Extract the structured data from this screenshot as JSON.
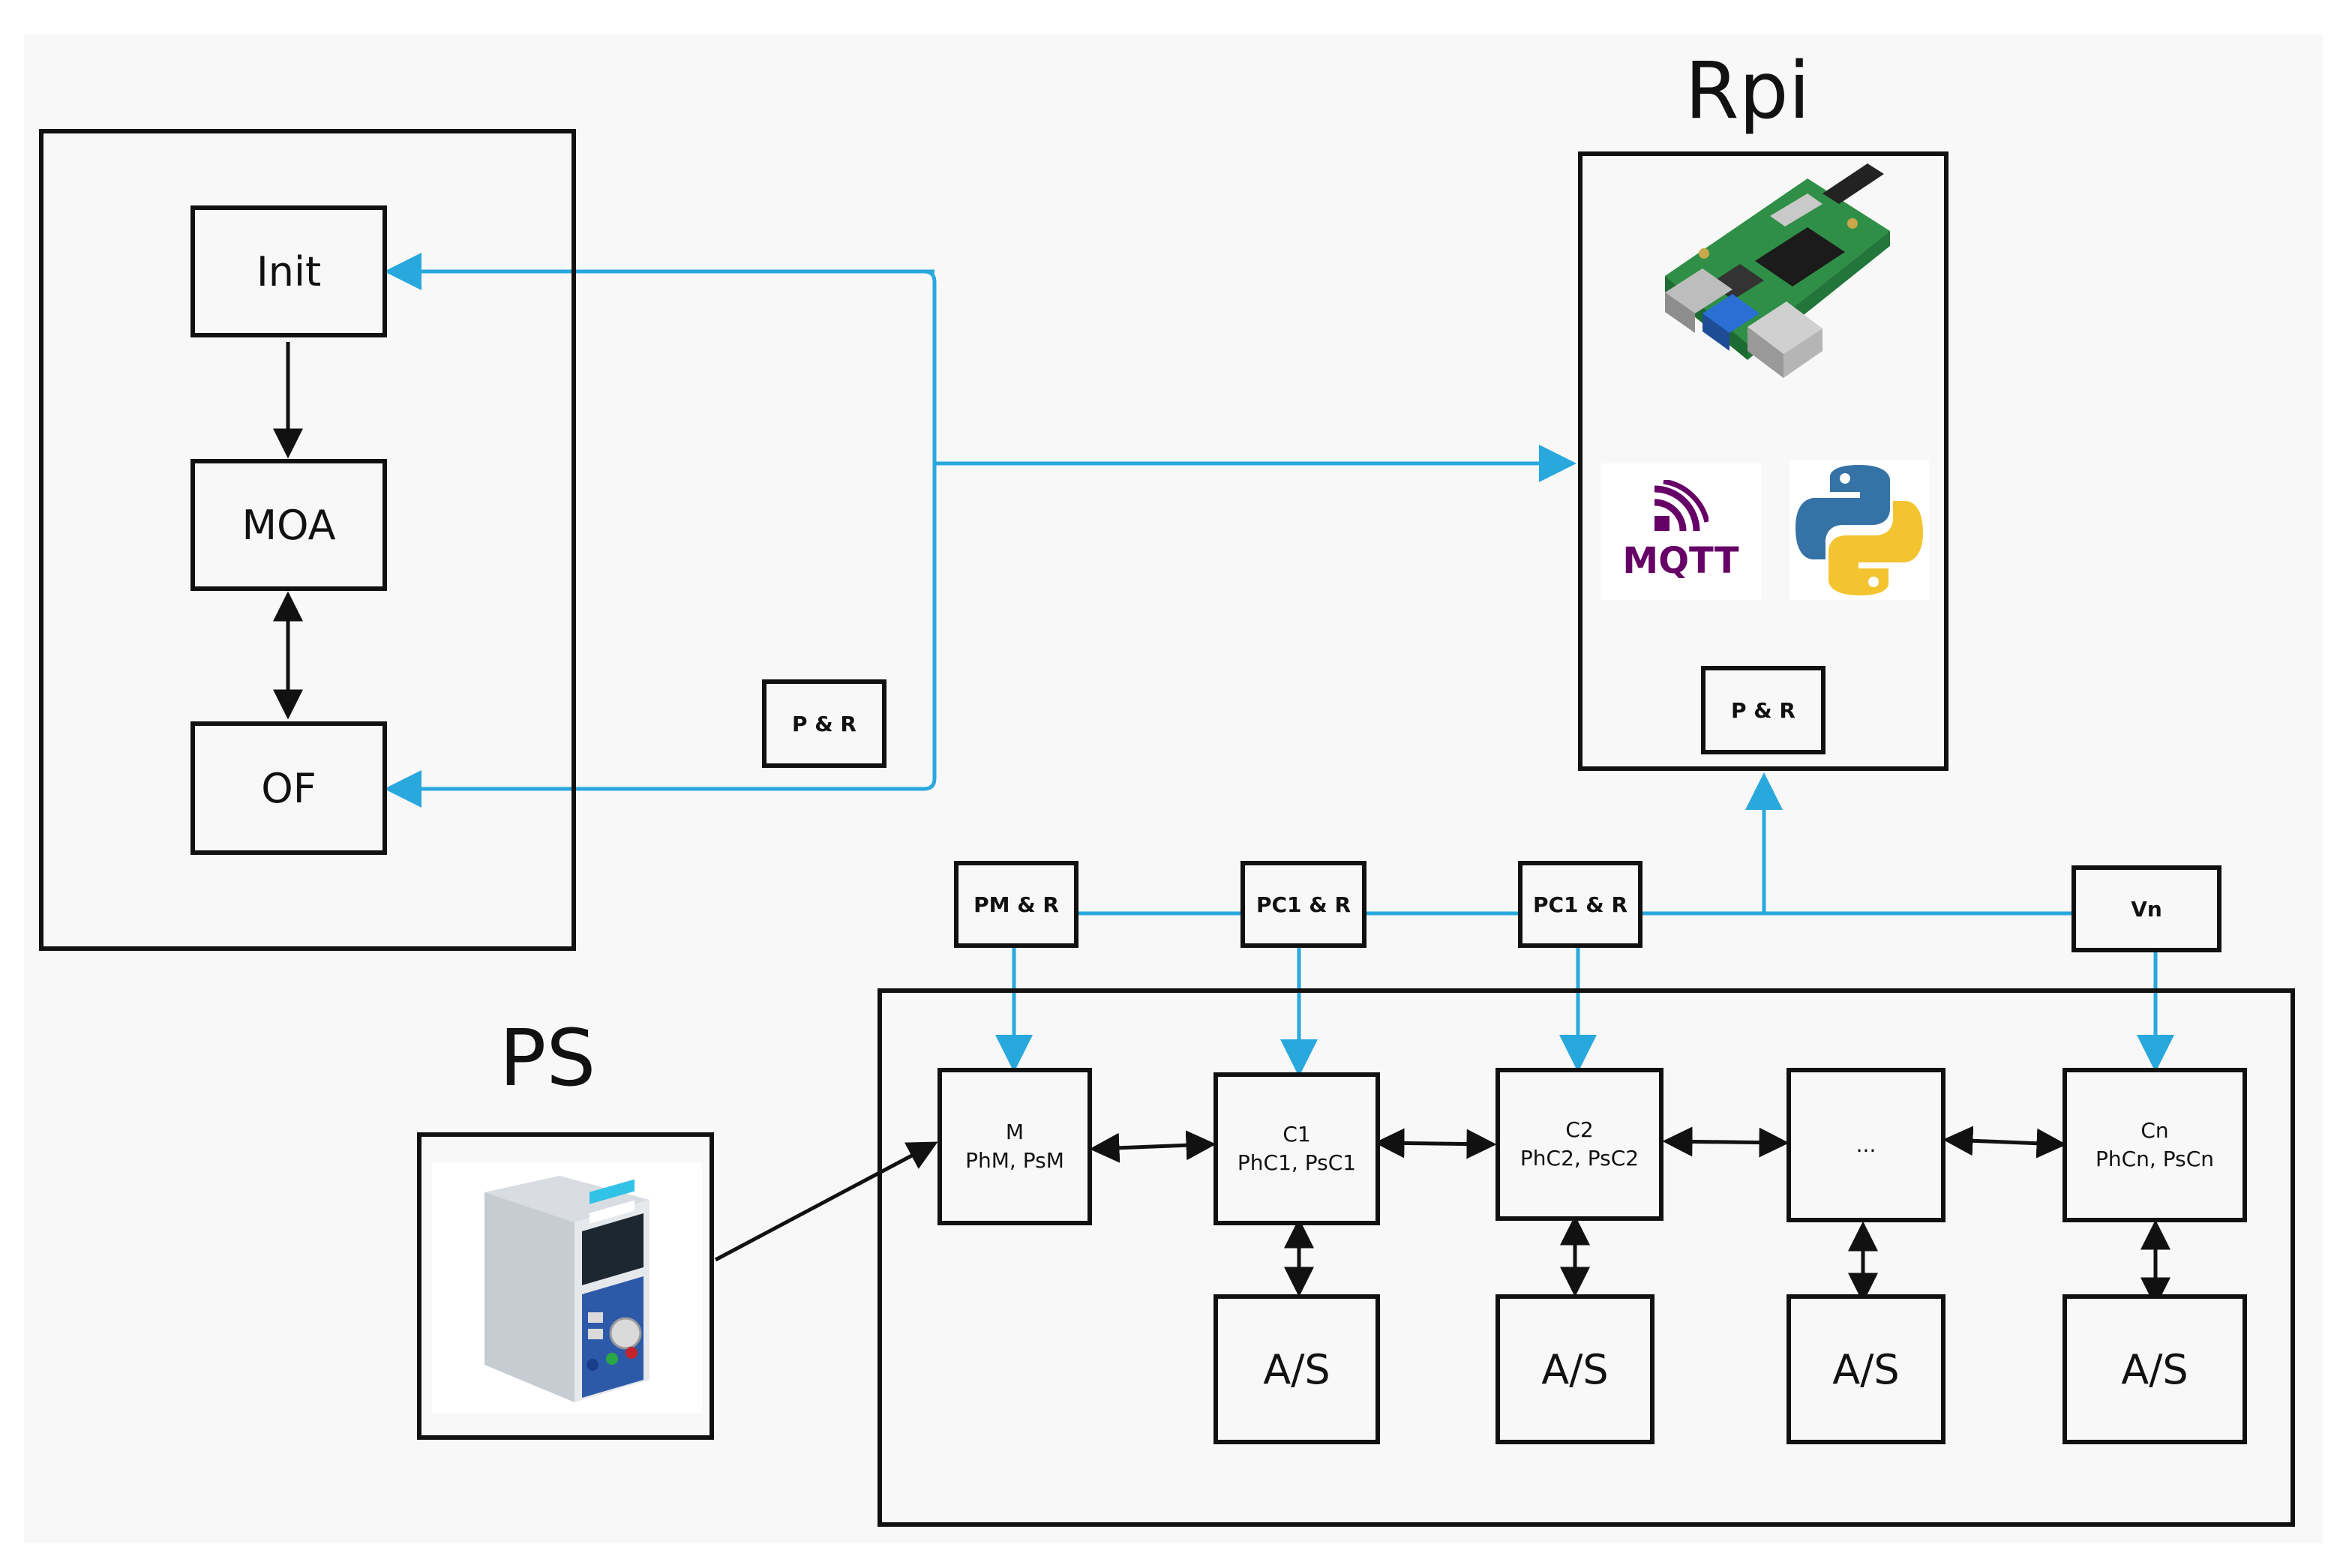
{
  "titles": {
    "rpi": "Rpi",
    "ps": "PS"
  },
  "left_system": {
    "init": "Init",
    "moa": "MOA",
    "of": "OF",
    "pr": "P & R"
  },
  "rpi": {
    "pr": "P & R",
    "mqtt_logo_text": "MQTT",
    "board_image": "raspberry-pi-board",
    "python_logo": "python-logo"
  },
  "power_supply": {
    "image": "bench-power-supply"
  },
  "buses": {
    "pm": "PM & R",
    "pc1": "PC1 & R",
    "pc2": "PC1 & R",
    "vn": "Vn"
  },
  "chain": {
    "m": "M\nPhM, PsM",
    "c1": "C1\nPhC1, PsC1",
    "c2": "C2\nPhC2, PsC2",
    "dots": "...",
    "cn": "Cn\nPhCn, PsCn"
  },
  "as_label": "A/S",
  "colors": {
    "link": "#29a8dd",
    "line": "#111111",
    "background": "#f8f8f8"
  }
}
